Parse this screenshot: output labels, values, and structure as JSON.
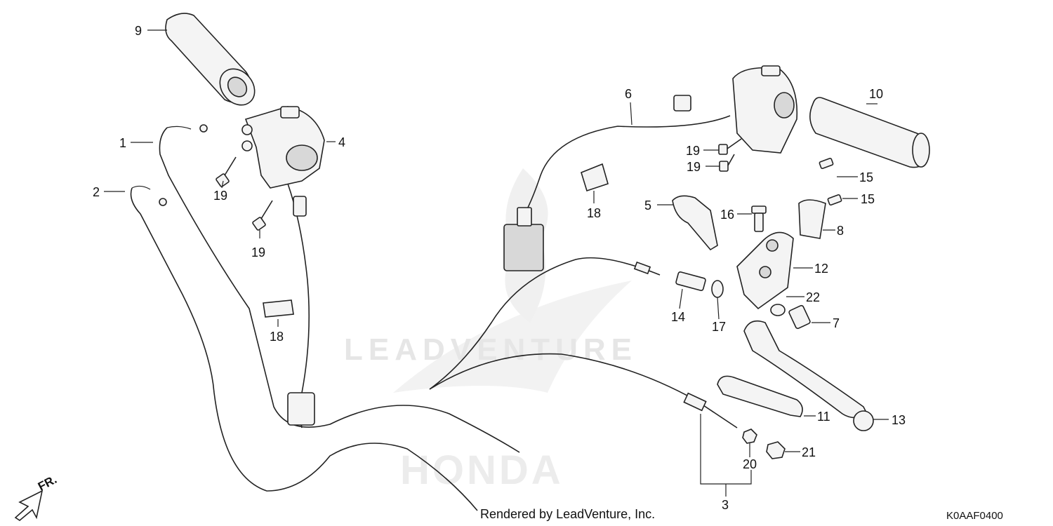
{
  "diagram": {
    "footer_text": "Rendered by LeadVenture, Inc.",
    "diagram_code": "K0AAF0400",
    "direction_label": "FR.",
    "watermark_text": "LEADVENTURE",
    "watermark_brand": "HONDA",
    "part_labels": {
      "p1": "1",
      "p2": "2",
      "p3": "3",
      "p4": "4",
      "p5": "5",
      "p6": "6",
      "p7": "7",
      "p8": "8",
      "p9": "9",
      "p10": "10",
      "p11": "11",
      "p12": "12",
      "p13": "13",
      "p14": "14",
      "p15a": "15",
      "p15b": "15",
      "p16": "16",
      "p17": "17",
      "p18a": "18",
      "p18b": "18",
      "p19a": "19",
      "p19b": "19",
      "p19c": "19",
      "p19d": "19",
      "p20": "20",
      "p21": "21",
      "p22": "22"
    }
  }
}
